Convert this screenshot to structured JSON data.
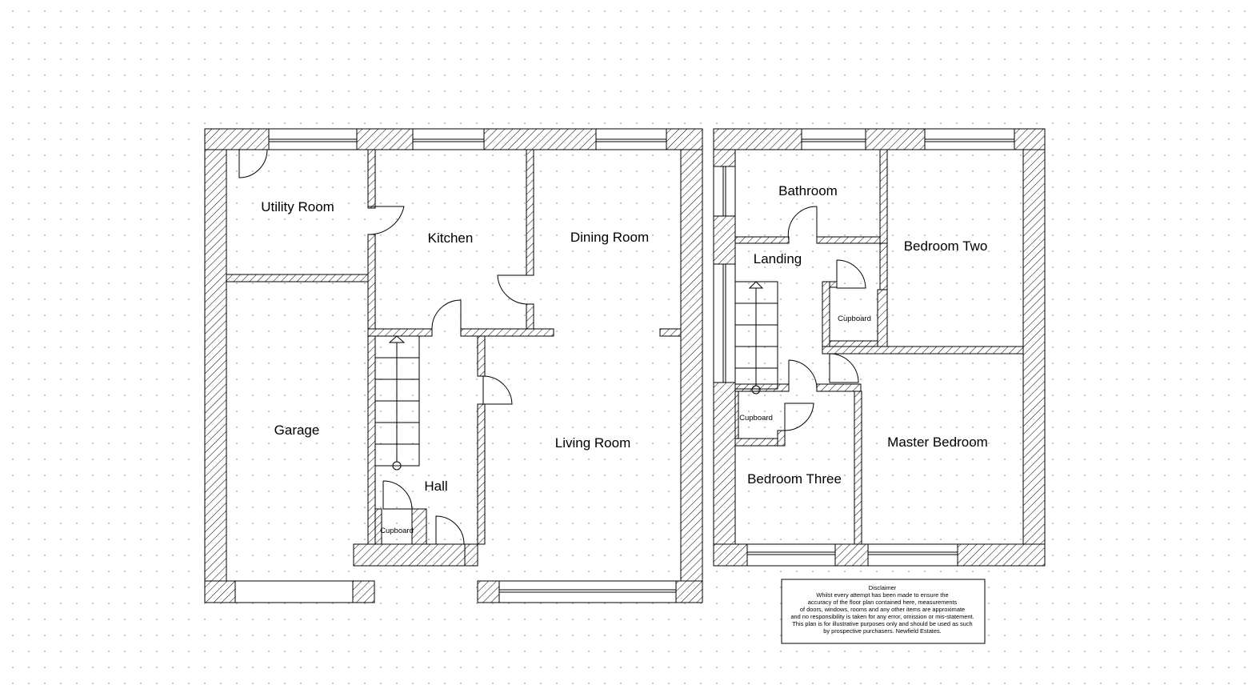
{
  "ground_floor": {
    "rooms": {
      "utility_room": "Utility Room",
      "kitchen": "Kitchen",
      "dining_room": "Dining Room",
      "garage": "Garage",
      "hall": "Hall",
      "living_room": "Living Room",
      "cupboard": "Cupboard"
    }
  },
  "first_floor": {
    "rooms": {
      "bathroom": "Bathroom",
      "landing": "Landing",
      "bedroom_two": "Bedroom Two",
      "cupboard_upper": "Cupboard",
      "cupboard_lower": "Cupboard",
      "master_bedroom": "Master Bedroom",
      "bedroom_three": "Bedroom Three"
    }
  },
  "disclaimer": {
    "title": "Disclaimer",
    "lines": [
      "Whilst every attempt has been made to ensure the",
      "accuracy of the floor plan contained here, measurements",
      "of doors, windows, rooms and any other items are approximate",
      "and no responsibility is taken for any error, omission or mis-statement.",
      "This plan is for illustrative purposes only and should be used as such",
      "by prospective purchasers. Newfield Estates."
    ]
  }
}
